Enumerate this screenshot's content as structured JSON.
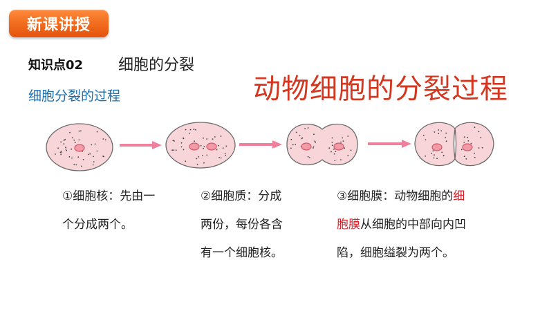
{
  "badge": {
    "label": "新课讲授"
  },
  "knowledge_point": {
    "number": "知识点02",
    "title": "细胞的分裂"
  },
  "subtitle": "细胞分裂的过程",
  "big_title": "动物细胞的分裂过程",
  "colors": {
    "badge": "#f06a1c",
    "cell_fill": "#f7d5d9",
    "cell_stroke": "#6b6b6b",
    "nucleus_fill": "#f29aa6",
    "nucleus_stroke": "#d25a6c",
    "arrow": "#ef7f9b",
    "title_red": "#d3371f",
    "subtitle_blue": "#1a6fb0",
    "highlight_red": "#d6202a"
  },
  "steps": {
    "s1": {
      "line1": "①细胞核：先由一",
      "line2": "个分成两个。"
    },
    "s2": {
      "line1": "②细胞质：分成",
      "line2": "两份，每份各含",
      "line3": "有一个细胞核。"
    },
    "s3": {
      "line1_a": "③细胞膜：动物细胞的",
      "line1_b": "细",
      "line2_a": "胞膜",
      "line2_b": "从细胞的中部向内凹",
      "line3": "陷，细胞缢裂为两个。"
    }
  }
}
